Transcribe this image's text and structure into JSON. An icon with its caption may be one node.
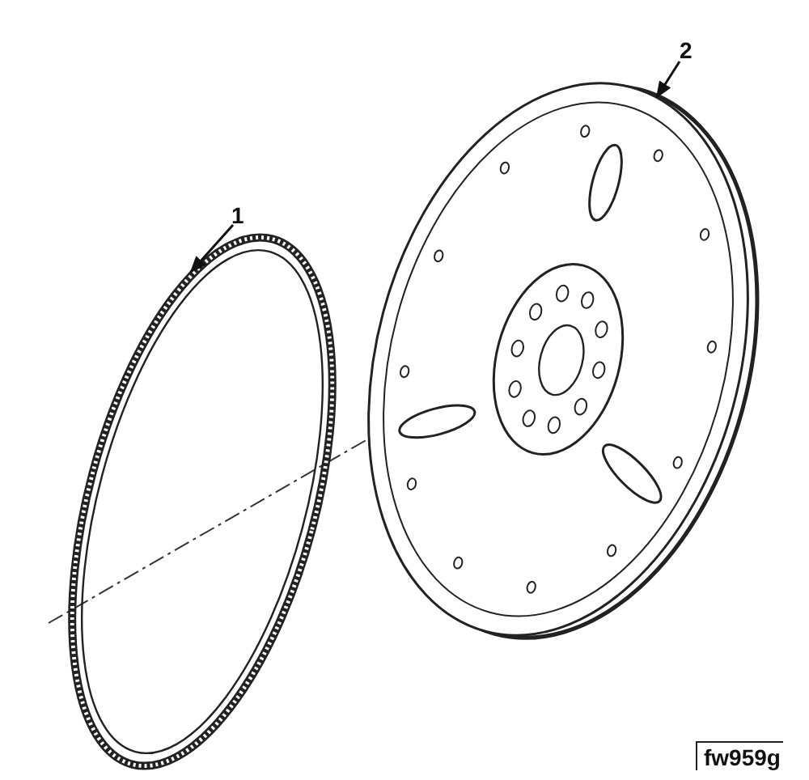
{
  "diagram": {
    "nodes": [
      {
        "text": [
          "1"
        ]
      },
      {
        "text": [],
        "shape": "picture"
      },
      {
        "text": [
          "2"
        ]
      },
      {
        "text": [],
        "shape": "picture"
      }
    ],
    "edges": [
      {
        "from": 0,
        "to": 1,
        "arrow": "to"
      },
      {
        "from": 2,
        "to": 3,
        "arrow": "to"
      }
    ],
    "labels": [
      "fw959g"
    ]
  }
}
